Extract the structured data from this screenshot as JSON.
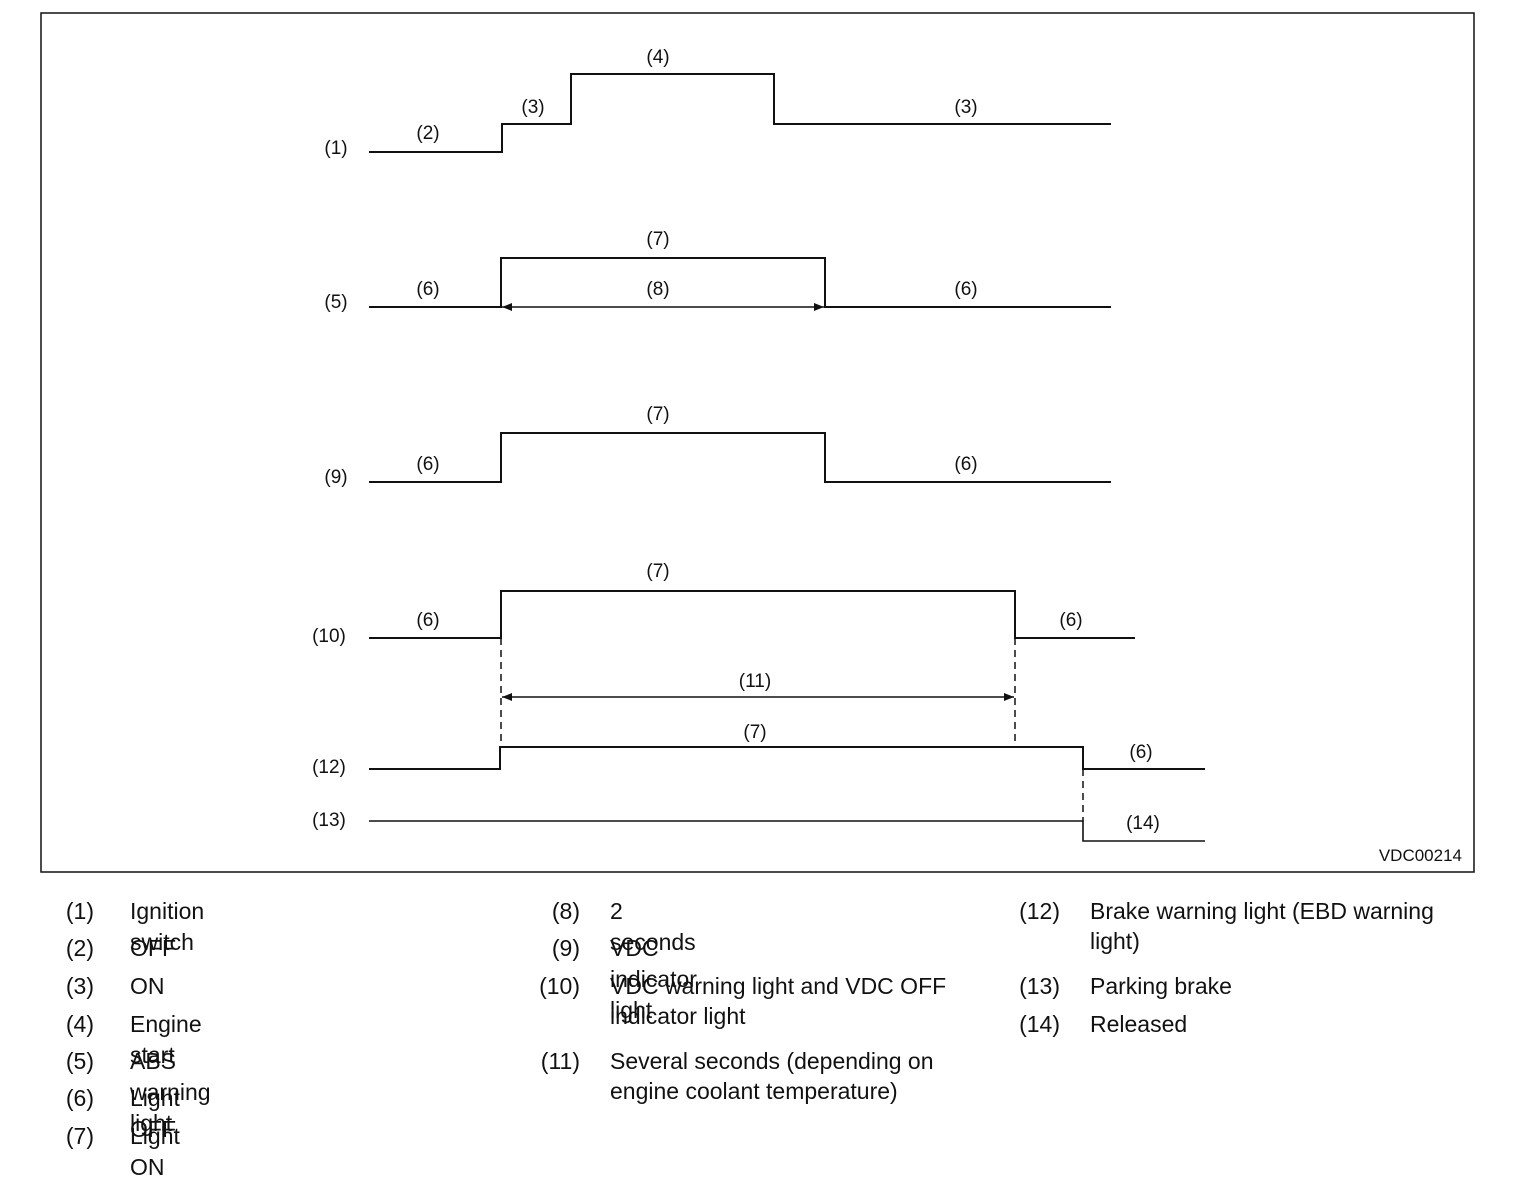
{
  "figure_code": "VDC00214",
  "signals": {
    "ignition": {
      "label": "(1)",
      "off": "(2)",
      "on_before": "(3)",
      "start": "(4)",
      "on_after": "(3)"
    },
    "abs": {
      "label": "(5)",
      "off_before": "(6)",
      "on": "(7)",
      "duration": "(8)",
      "off_after": "(6)"
    },
    "vdc_indicator": {
      "label": "(9)",
      "off_before": "(6)",
      "on": "(7)",
      "off_after": "(6)"
    },
    "vdc_warning": {
      "label": "(10)",
      "off_before": "(6)",
      "on": "(7)",
      "off_after": "(6)",
      "duration": "(11)"
    },
    "brake_warning": {
      "label": "(12)",
      "on": "(7)",
      "off_after": "(6)"
    },
    "parking_brake": {
      "label": "(13)",
      "released": "(14)"
    }
  },
  "legend": [
    {
      "num": "(1)",
      "text": "Ignition switch"
    },
    {
      "num": "(2)",
      "text": "OFF"
    },
    {
      "num": "(3)",
      "text": "ON"
    },
    {
      "num": "(4)",
      "text": "Engine start"
    },
    {
      "num": "(5)",
      "text": "ABS warning light"
    },
    {
      "num": "(6)",
      "text": "Light OFF"
    },
    {
      "num": "(7)",
      "text": "Light ON"
    },
    {
      "num": "(8)",
      "text": "2 seconds"
    },
    {
      "num": "(9)",
      "text": "VDC indicator light"
    },
    {
      "num": "(10)",
      "text": "VDC warning light and VDC OFF",
      "text2": "indicator light"
    },
    {
      "num": "(11)",
      "text": "Several seconds (depending on",
      "text2": "engine coolant temperature)"
    },
    {
      "num": "(12)",
      "text": "Brake warning light (EBD warning",
      "text2": "light)"
    },
    {
      "num": "(13)",
      "text": "Parking brake"
    },
    {
      "num": "(14)",
      "text": "Released"
    }
  ]
}
